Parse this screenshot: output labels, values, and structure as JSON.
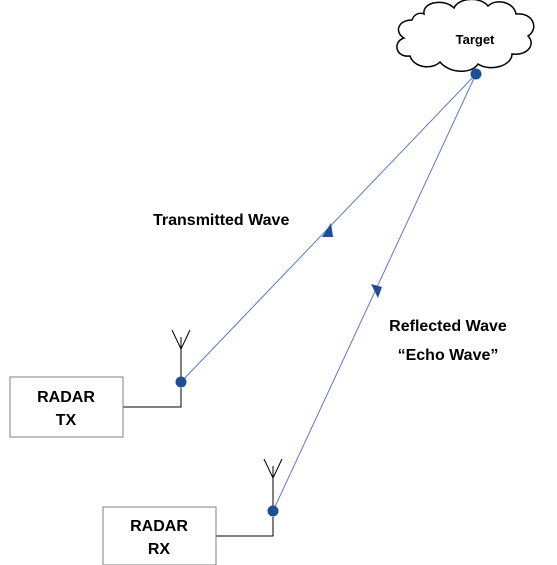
{
  "target": {
    "label": "Target"
  },
  "transmitter": {
    "line1": "RADAR",
    "line2": "TX"
  },
  "receiver": {
    "line1": "RADAR",
    "line2": "RX"
  },
  "waves": {
    "transmitted_label": "Transmitted Wave",
    "reflected_label_line1": "Reflected Wave",
    "reflected_label_line2": "“Echo Wave”"
  },
  "colors": {
    "wave_line": "#5b7bc7",
    "node": "#1f4e96",
    "arrow": "#1f4e96",
    "cloud_stroke": "#000000"
  }
}
